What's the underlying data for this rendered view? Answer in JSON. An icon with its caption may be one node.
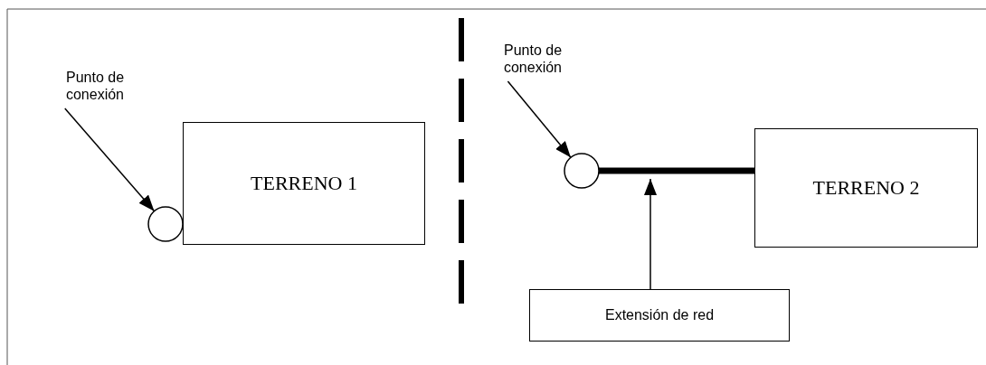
{
  "diagram": {
    "nodes": [
      {
        "text": [
          "Punto de conexión"
        ]
      },
      {
        "text": [],
        "shape": "circle"
      },
      {
        "text": [
          "TERRENO 1"
        ]
      },
      {
        "text": [
          "Punto de conexión"
        ]
      },
      {
        "text": [],
        "shape": "circle"
      },
      {
        "text": [
          "TERRENO 2"
        ]
      },
      {
        "text": [
          "Extensión de red"
        ]
      }
    ],
    "edges": [
      {
        "from": 0,
        "to": 1,
        "arrow": "to"
      },
      {
        "from": 3,
        "to": 4,
        "arrow": "to"
      },
      {
        "from": 4,
        "to": 5,
        "arrow": "none",
        "style": "thick"
      },
      {
        "from": 6,
        "to": null,
        "arrow": "to"
      }
    ]
  }
}
